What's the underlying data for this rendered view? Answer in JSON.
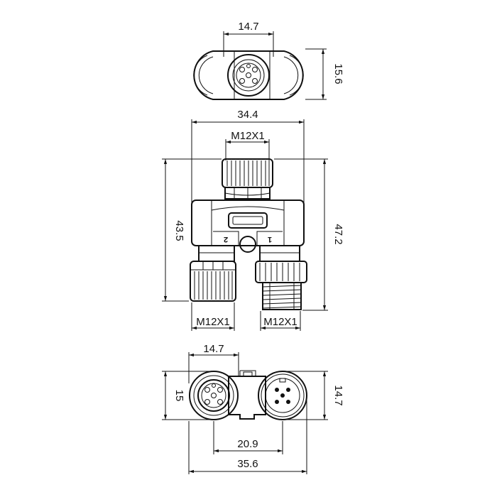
{
  "top_view": {
    "width_dim": "14.7",
    "height_dim": "15.6"
  },
  "front_view": {
    "overall_width_dim": "34.4",
    "top_thread_dim": "M12X1",
    "left_height_dim": "43.5",
    "right_height_dim": "47.2",
    "port_2_label": "2",
    "port_1_label": "1",
    "bottom_left_thread_dim": "M12X1",
    "bottom_right_thread_dim": "M12X1"
  },
  "bottom_view": {
    "left_width_dim": "14.7",
    "left_height_dim": "15",
    "right_height_dim": "14.7",
    "center_distance_dim": "20.9",
    "overall_width_dim": "35.6"
  }
}
